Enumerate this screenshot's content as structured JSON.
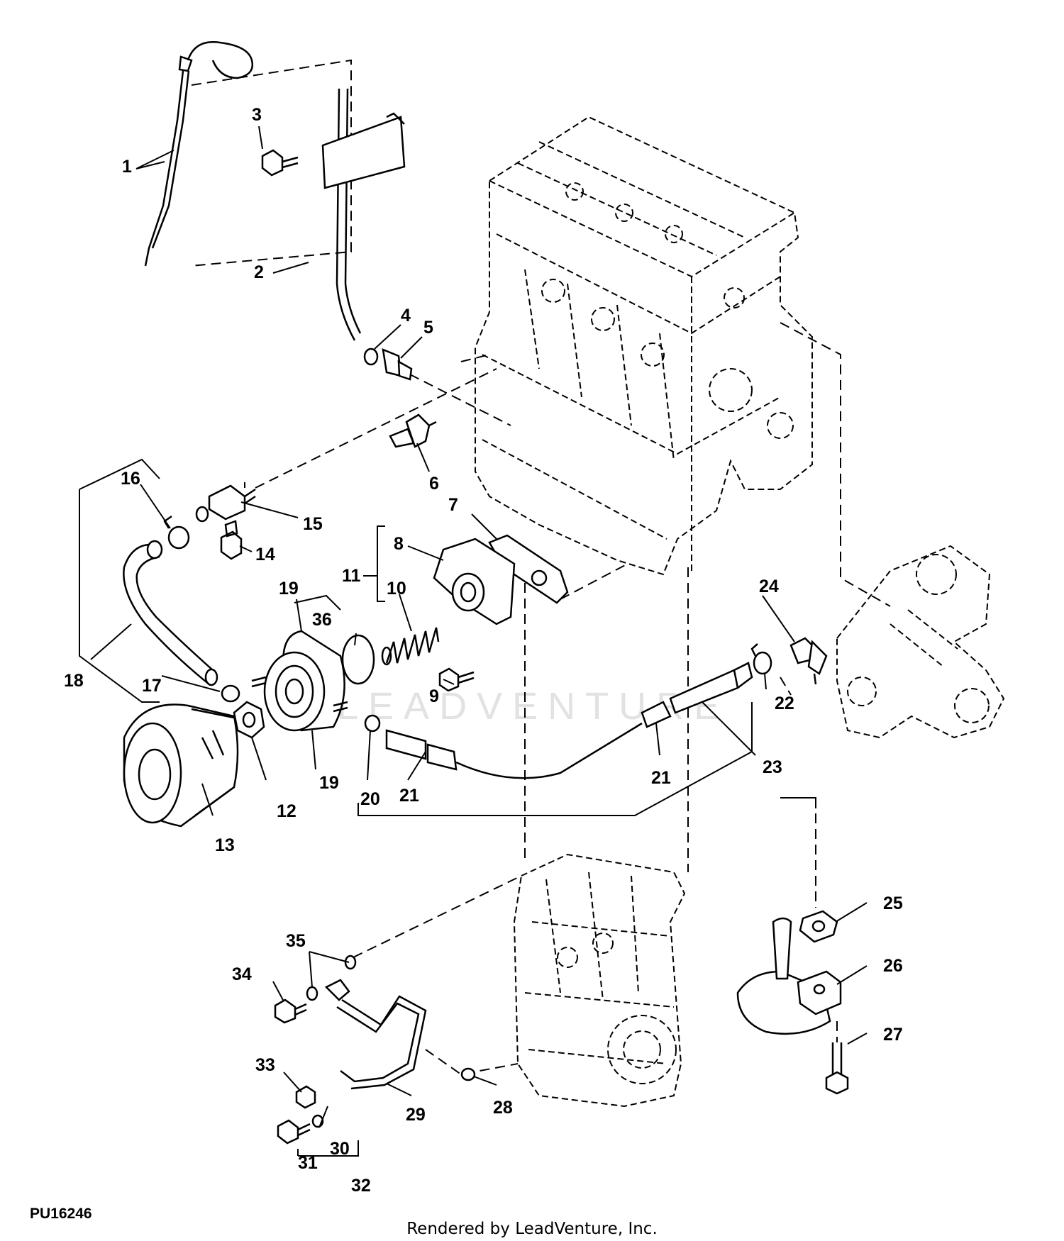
{
  "diagram": {
    "callouts": [
      "1",
      "2",
      "3",
      "4",
      "5",
      "6",
      "7",
      "8",
      "9",
      "10",
      "11",
      "12",
      "13",
      "14",
      "15",
      "16",
      "17",
      "18",
      "19",
      "19",
      "20",
      "21",
      "21",
      "22",
      "23",
      "24",
      "25",
      "26",
      "27",
      "28",
      "29",
      "30",
      "31",
      "32",
      "33",
      "34",
      "35",
      "36"
    ],
    "reference_code": "PU16246",
    "footer": "Rendered by LeadVenture, Inc.",
    "watermark": "LEADVENTURE"
  }
}
